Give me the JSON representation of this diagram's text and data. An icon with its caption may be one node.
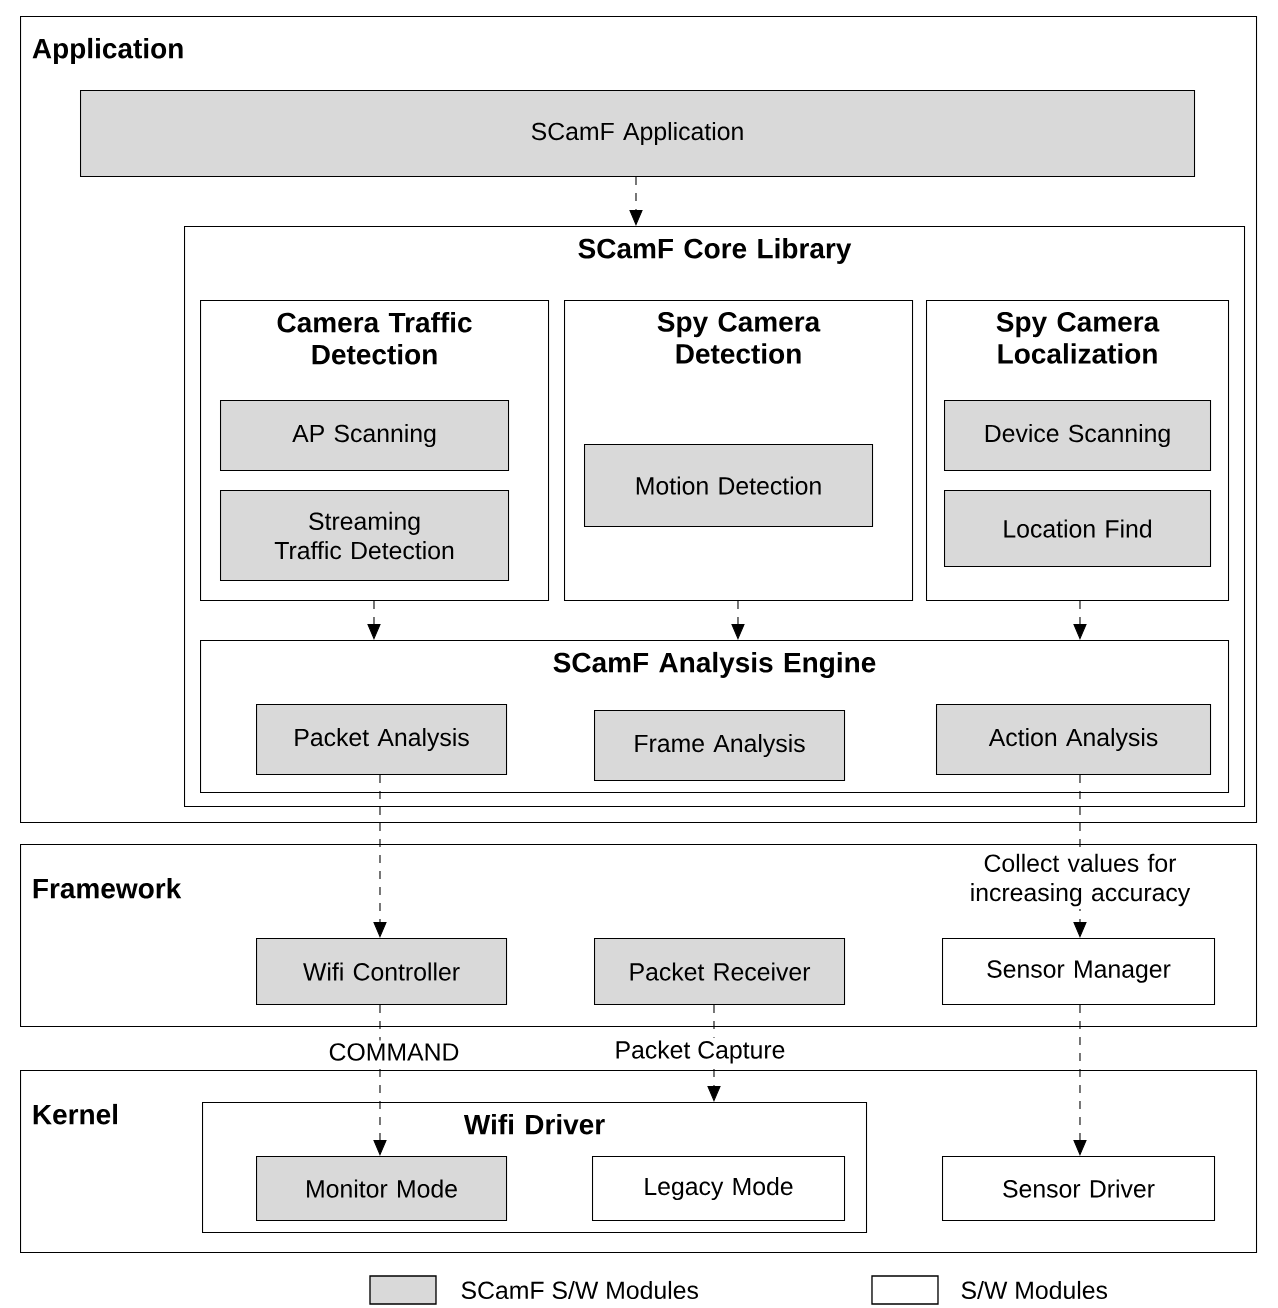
{
  "diagram": {
    "nodes": [
      {
        "text": [
          "Application"
        ]
      },
      {
        "text": [
          "SCamF Application"
        ],
        "in": 0
      },
      {
        "text": [
          "SCamF Core Library"
        ],
        "in": 0
      },
      {
        "text": [
          "Camera Traffic Detection"
        ],
        "in": 2
      },
      {
        "text": [
          "AP Scanning"
        ],
        "in": 3
      },
      {
        "text": [
          "Streaming Traffic Detection"
        ],
        "in": 3
      },
      {
        "text": [
          "Spy Camera Detection"
        ],
        "in": 2
      },
      {
        "text": [
          "Motion Detection"
        ],
        "in": 6
      },
      {
        "text": [
          "Spy Camera Localization"
        ],
        "in": 2
      },
      {
        "text": [
          "Device Scanning"
        ],
        "in": 8
      },
      {
        "text": [
          "Location Find"
        ],
        "in": 8
      },
      {
        "text": [
          "SCamF Analysis Engine"
        ],
        "in": 2
      },
      {
        "text": [
          "Packet Analysis"
        ],
        "in": 11
      },
      {
        "text": [
          "Frame Analysis"
        ],
        "in": 11
      },
      {
        "text": [
          "Action Analysis"
        ],
        "in": 11
      },
      {
        "text": [
          "Framework"
        ]
      },
      {
        "text": [
          "Wifi Controller"
        ],
        "in": 15
      },
      {
        "text": [
          "Packet Receiver"
        ],
        "in": 15
      },
      {
        "text": [
          "Sensor Manager"
        ],
        "in": 15
      },
      {
        "text": [
          "Kernel"
        ]
      },
      {
        "text": [
          "Wifi Driver"
        ],
        "in": 19
      },
      {
        "text": [
          "Monitor Mode"
        ],
        "in": 20
      },
      {
        "text": [
          "Legacy Mode"
        ],
        "in": 20
      },
      {
        "text": [
          "Sensor Driver"
        ],
        "in": 19
      }
    ],
    "edges": [
      {
        "from": 1,
        "to": 2,
        "arrow": "to",
        "style": "dashed"
      },
      {
        "from": 3,
        "to": 11,
        "arrow": "to",
        "style": "dashed"
      },
      {
        "from": 6,
        "to": 11,
        "arrow": "to",
        "style": "dashed"
      },
      {
        "from": 8,
        "to": 11,
        "arrow": "to",
        "style": "dashed"
      },
      {
        "from": 12,
        "to": 16,
        "arrow": "to",
        "style": "dashed"
      },
      {
        "from": 14,
        "to": 18,
        "arrow": "to",
        "style": "dashed",
        "label": "Collect values for increasing accuracy"
      },
      {
        "from": 16,
        "to": 21,
        "arrow": "to",
        "style": "dashed",
        "label": "COMMAND"
      },
      {
        "from": 17,
        "to": 20,
        "arrow": "to",
        "style": "dashed",
        "label": "Packet Capture"
      },
      {
        "from": 18,
        "to": 23,
        "arrow": "to",
        "style": "dashed"
      }
    ],
    "legend": [
      {
        "text": "SCamF S/W Modules",
        "color": "#d9d9d9"
      },
      {
        "text": "S/W Modules"
      }
    ]
  }
}
